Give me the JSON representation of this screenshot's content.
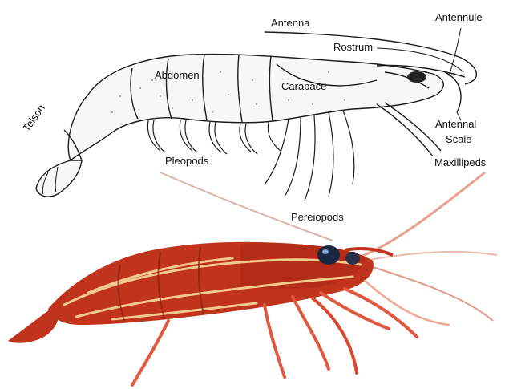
{
  "figure": {
    "labels": {
      "antenna": "Antenna",
      "antennule": "Antennule",
      "rostrum": "Rostrum",
      "abdomen": "Abdomen",
      "carapace": "Carapace",
      "telson": "Telson",
      "antennal_scale_line1": "Antennal",
      "antennal_scale_line2": "Scale",
      "pleopods": "Pleopods",
      "maxillipeds": "Maxillipeds",
      "pereiopods": "Pereiopods"
    },
    "colors": {
      "drawing_stroke": "#1a1a1a",
      "shrimp_red": "#c0331c",
      "shrimp_dark_red": "#8a1d10",
      "shrimp_stripe": "#f2c98f",
      "shrimp_leg": "#e0583d",
      "eye": "#1b2740"
    }
  }
}
